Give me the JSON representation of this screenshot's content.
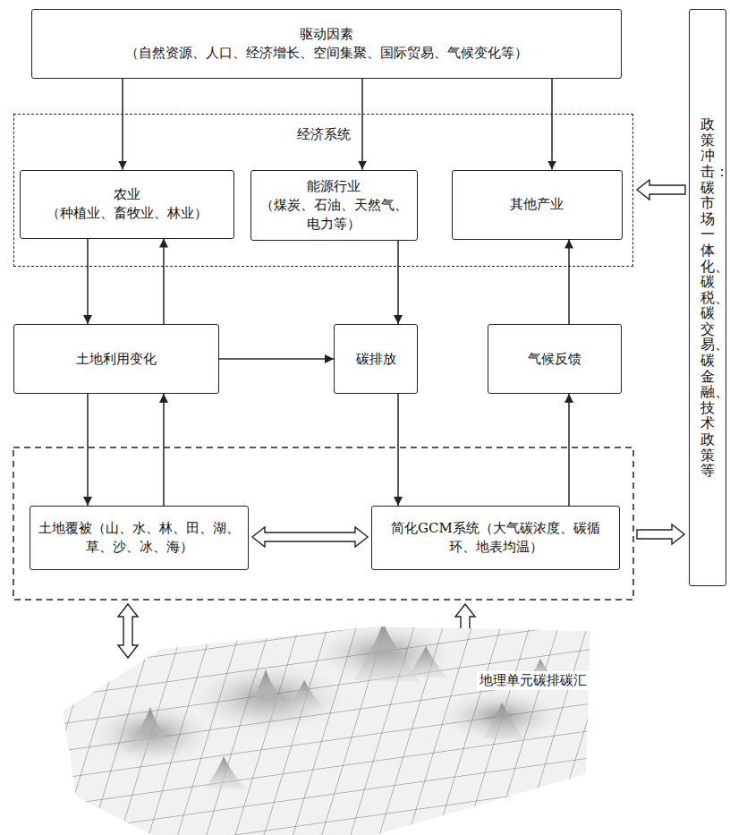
{
  "diagram": {
    "nodes": [
      {
        "text": [
          "驱动因素",
          "（自然资源、人口、经济增长、空间集聚、国际贸易、气候变化等）"
        ]
      },
      {
        "text": [
          "经济系统"
        ]
      },
      {
        "text": [
          "农业",
          "（种植业、畜牧业、林业）"
        ],
        "in": 1
      },
      {
        "text": [
          "能源行业",
          "（煤炭、石油、天然气、电力等）"
        ],
        "in": 1
      },
      {
        "text": [
          "其他产业"
        ],
        "in": 1
      },
      {
        "text": [
          "土地利用变化"
        ]
      },
      {
        "text": [
          "碳排放"
        ]
      },
      {
        "text": [
          "气候反馈"
        ]
      },
      {
        "text": [
          "土地覆被（山、水、林、田、湖、草、沙、冰、海）"
        ]
      },
      {
        "text": [
          "简化GCM系统（大气碳浓度、碳循环、地表均温）"
        ]
      },
      {
        "text": [
          "政策冲击：碳市场一体化、碳税、碳交易、碳金融、技术政策等"
        ]
      }
    ],
    "edges": [
      {
        "from": 0,
        "to": 2,
        "arrow": "to"
      },
      {
        "from": 0,
        "to": 3,
        "arrow": "to"
      },
      {
        "from": 0,
        "to": 4,
        "arrow": "to"
      },
      {
        "from": 2,
        "to": 5,
        "arrow": "to"
      },
      {
        "from": 5,
        "to": 2,
        "arrow": "to"
      },
      {
        "from": 5,
        "to": 6,
        "arrow": "to"
      },
      {
        "from": 3,
        "to": 6,
        "arrow": "to"
      },
      {
        "from": 6,
        "to": 9,
        "arrow": "to"
      },
      {
        "from": 9,
        "to": 7,
        "arrow": "to"
      },
      {
        "from": 7,
        "to": 4,
        "arrow": "to"
      },
      {
        "from": 5,
        "to": 8,
        "arrow": "to"
      },
      {
        "from": 8,
        "to": 5,
        "arrow": "to"
      },
      {
        "from": 8,
        "to": 9,
        "arrow": "both"
      },
      {
        "from": 10,
        "to": 1,
        "arrow": "to"
      }
    ],
    "labels": [
      "地理单元碳排碳汇"
    ]
  }
}
